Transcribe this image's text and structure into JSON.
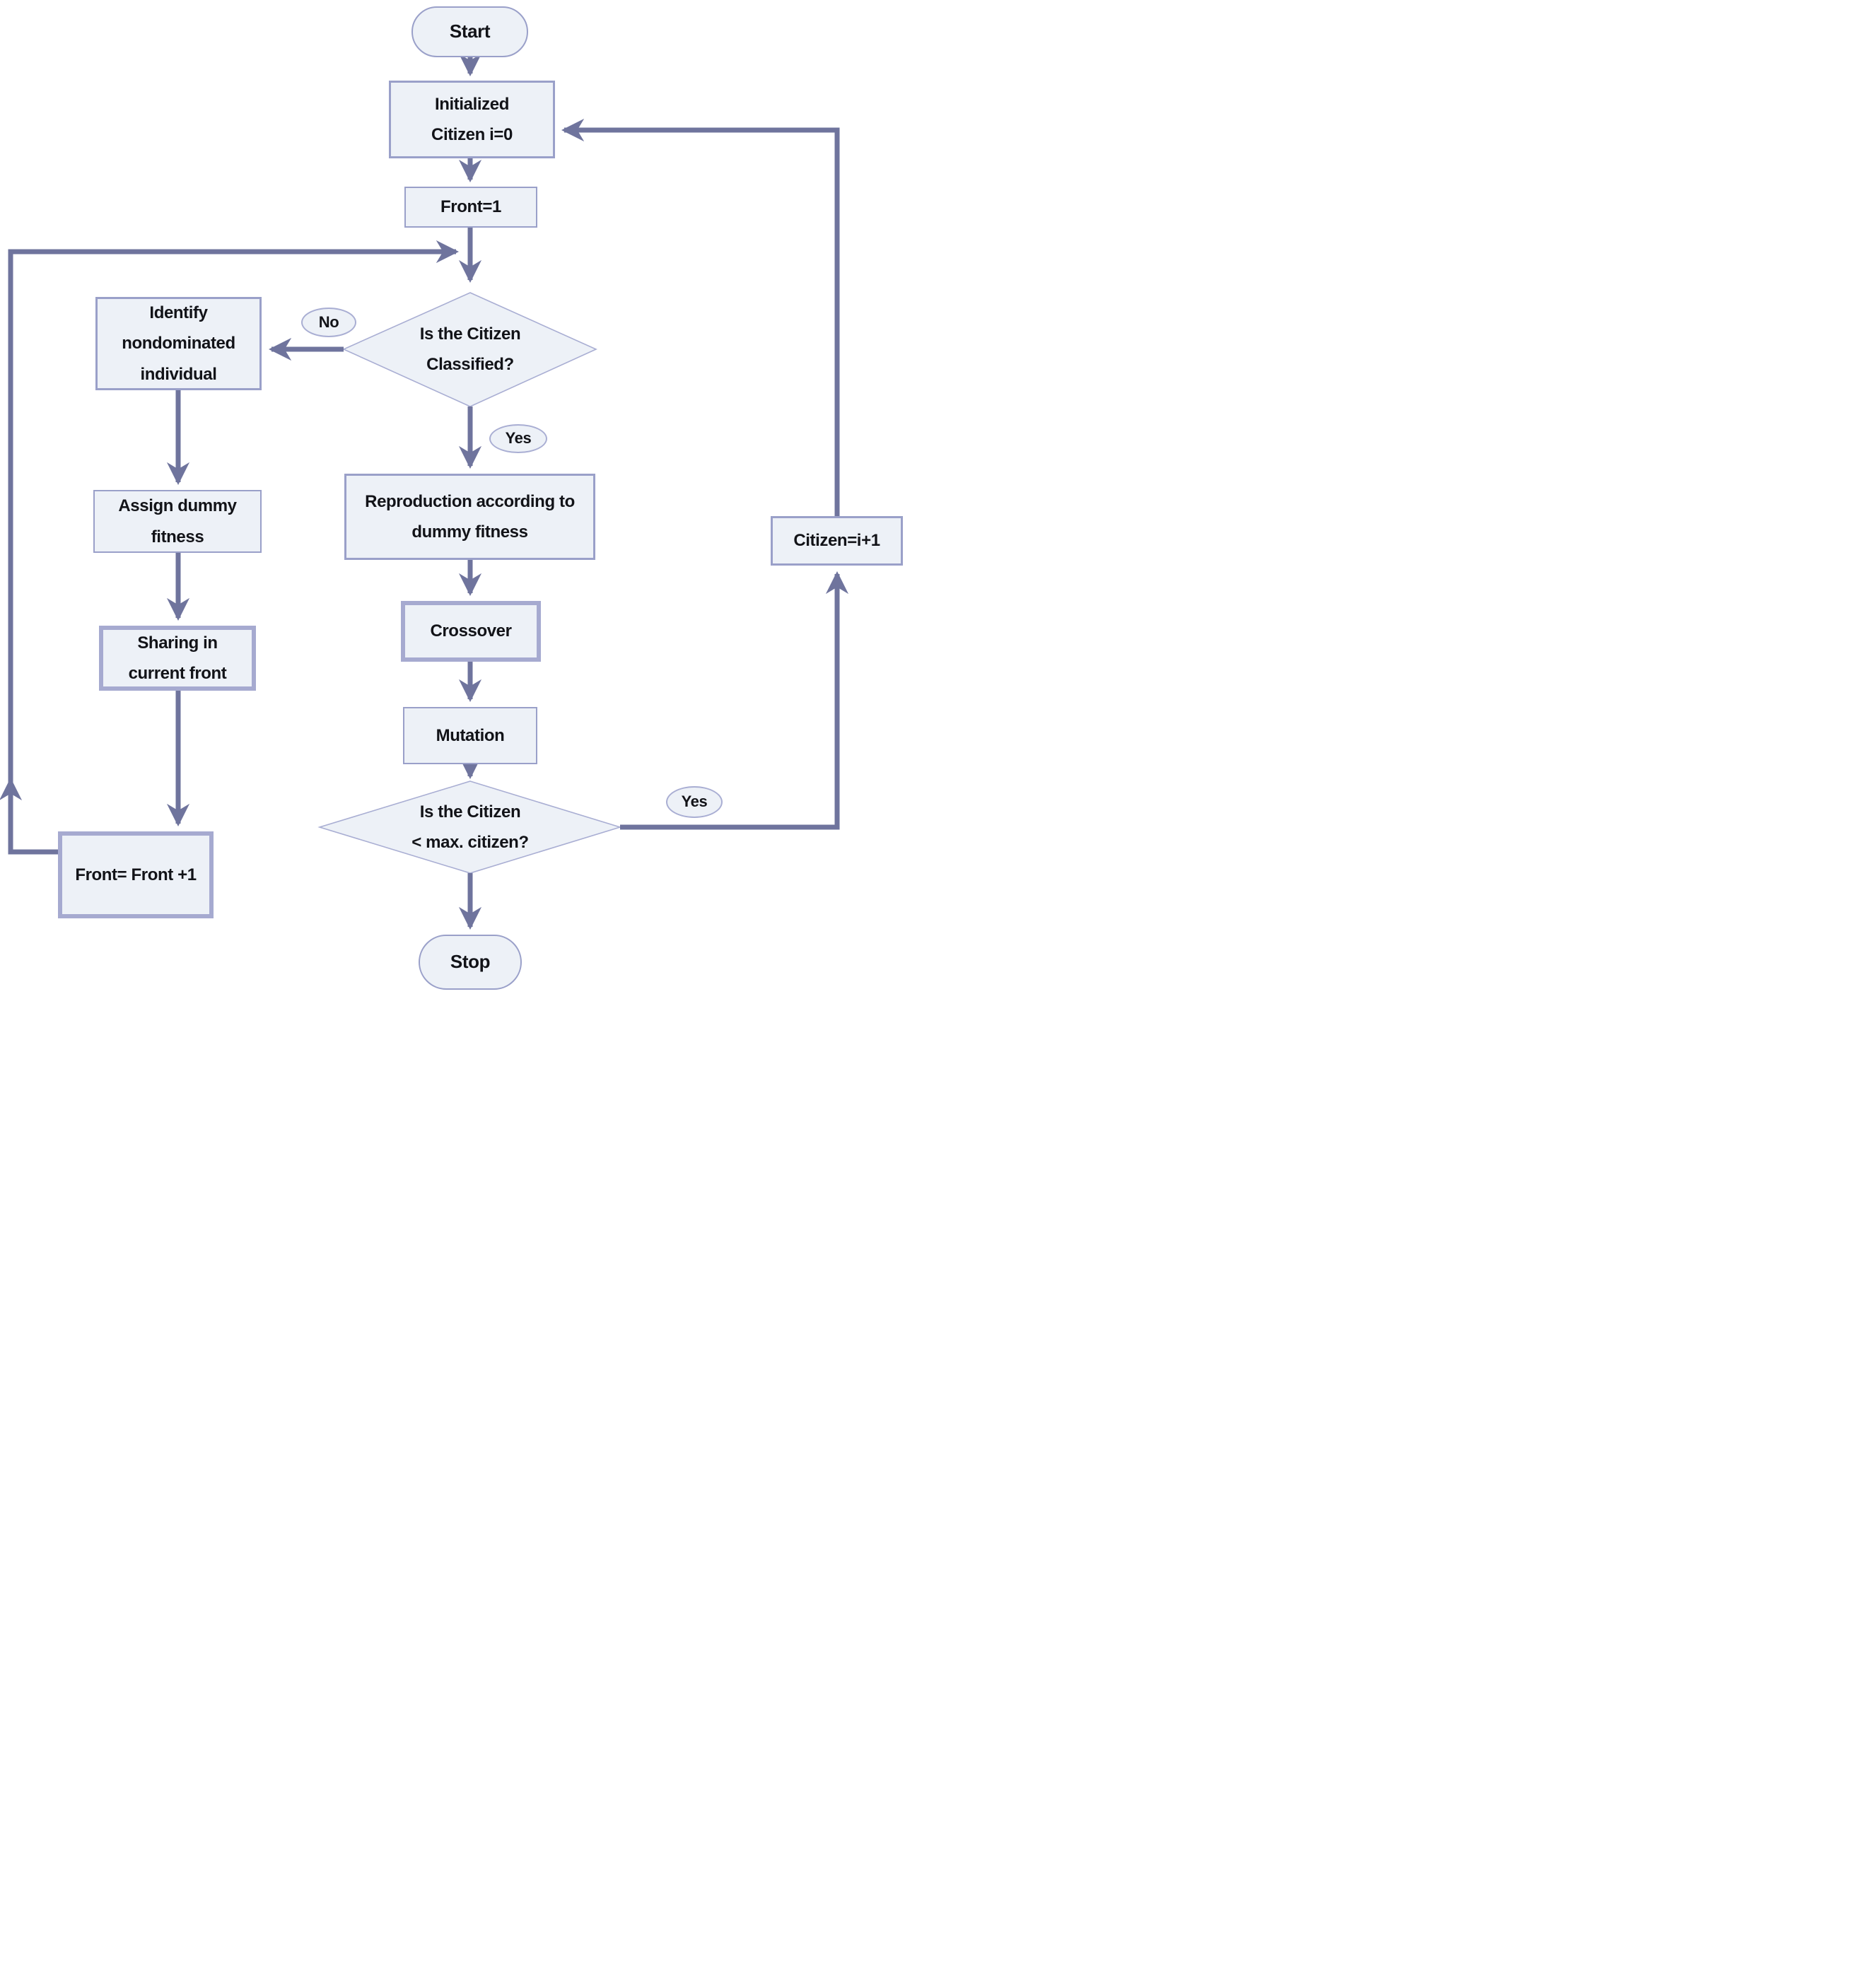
{
  "colors": {
    "shape_fill": "#edf1f7",
    "border": "#9aa0c9",
    "border_thick": "#a6aad0",
    "arrow": "#6f749d",
    "text": "#121318"
  },
  "nodes": {
    "start": {
      "label": "Start"
    },
    "initialize": {
      "lines": [
        "Initialized",
        "Citizen i=0"
      ]
    },
    "front_init": {
      "label": "Front=1"
    },
    "classified_decision": {
      "lines": [
        "Is the Citizen",
        "Classified?"
      ]
    },
    "identify": {
      "lines": [
        "Identify",
        "nondominated",
        "individual"
      ]
    },
    "assign_fitness": {
      "lines": [
        "Assign dummy",
        "fitness"
      ]
    },
    "sharing": {
      "lines": [
        "Sharing in",
        "current front"
      ]
    },
    "front_increment": {
      "label": "Front= Front +1"
    },
    "reproduction": {
      "lines": [
        "Reproduction according to",
        "dummy fitness"
      ]
    },
    "crossover": {
      "label": "Crossover"
    },
    "mutation": {
      "label": "Mutation"
    },
    "max_citizen_decision": {
      "lines": [
        "Is the Citizen",
        "< max. citizen?"
      ]
    },
    "citizen_increment": {
      "label": "Citizen=i+1"
    },
    "stop": {
      "label": "Stop"
    }
  },
  "edge_labels": {
    "no": "No",
    "yes_classified": "Yes",
    "yes_max_citizen": "Yes"
  }
}
